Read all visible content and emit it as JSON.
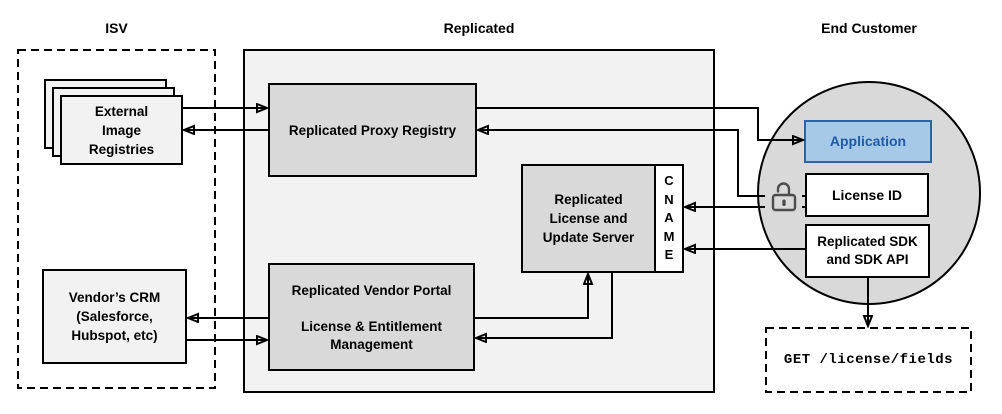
{
  "groups": {
    "isv": {
      "label": "ISV"
    },
    "replicated": {
      "label": "Replicated"
    },
    "end_customer": {
      "label": "End Customer"
    }
  },
  "nodes": {
    "external_registries": {
      "lines": [
        "External",
        "Image",
        "Registries"
      ]
    },
    "vendors_crm": {
      "lines": [
        "Vendor’s CRM",
        "(Salesforce,",
        "Hubspot, etc)"
      ]
    },
    "proxy_registry": {
      "label": "Replicated Proxy Registry"
    },
    "license_update_server": {
      "lines": [
        "Replicated",
        "License and",
        "Update Server"
      ]
    },
    "cname": {
      "letters": [
        "C",
        "N",
        "A",
        "M",
        "E"
      ]
    },
    "vendor_portal": {
      "title": "Replicated Vendor Portal",
      "lines": [
        "License & Entitlement",
        "Management"
      ]
    },
    "application": {
      "label": "Application"
    },
    "license_id": {
      "label": "License ID"
    },
    "replicated_sdk": {
      "lines": [
        "Replicated SDK",
        "and SDK API"
      ]
    },
    "get_license_fields": {
      "label": "GET /license/fields"
    }
  },
  "icons": {
    "lock": "unlocked-padlock-icon"
  },
  "colors": {
    "container_fill": "#f2f2f2",
    "node_fill": "#d9d9d9",
    "circle_fill": "#d9d9d9",
    "white_fill": "#ffffff",
    "application_fill": "#a6c9e8",
    "application_border": "#2b64a0",
    "application_text": "#1f5ba8",
    "stroke": "#000000",
    "lock_stroke": "#4d4d4d"
  }
}
